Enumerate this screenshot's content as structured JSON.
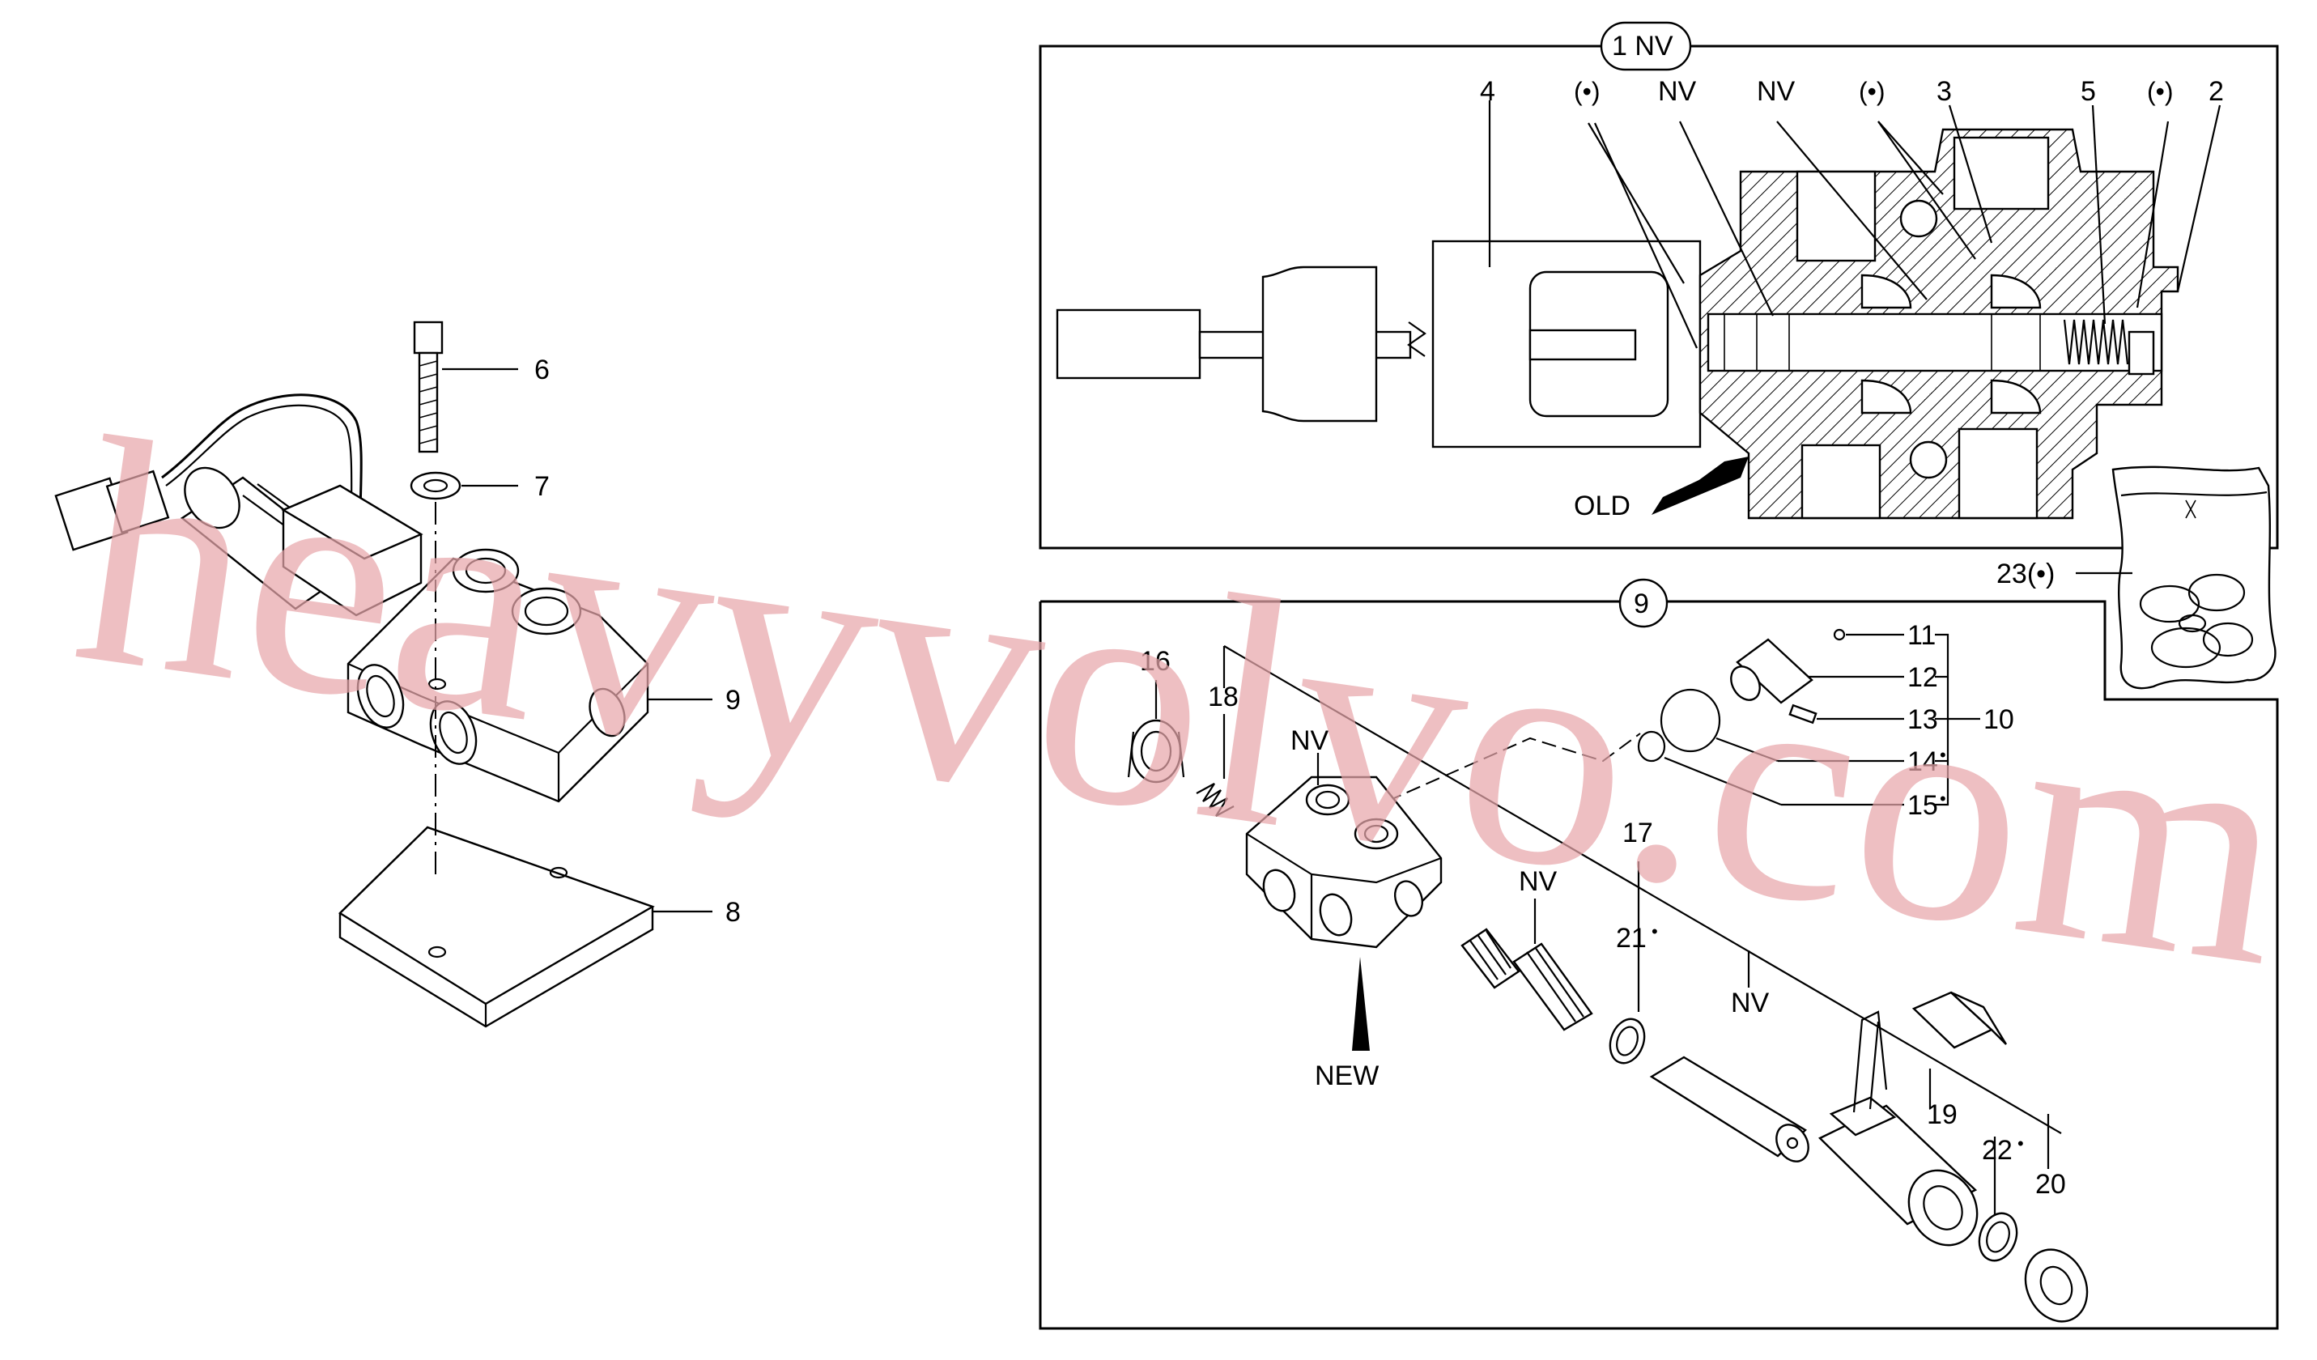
{
  "callouts": {
    "c1": "1 NV",
    "c2": "2",
    "c3": "3",
    "c4": "4",
    "c5": "5",
    "c6": "6",
    "c7": "7",
    "c8": "8",
    "c9": "9",
    "c9b": "9",
    "c10": "10",
    "c11": "11",
    "c12": "12",
    "c13": "13",
    "c14": "14",
    "c15": "15",
    "c16": "16",
    "c17": "17",
    "c18": "18",
    "c19": "19",
    "c20": "20",
    "c21": "21",
    "c22": "22",
    "c23": "23(•)",
    "nv_a": "NV",
    "nv_b": "NV",
    "nv_c": "NV",
    "nv_d": "NV",
    "nv_e": "NV",
    "dot_a": "(•)",
    "dot_b": "(•)",
    "dot_c": "(•)",
    "bullet": "•",
    "old": "OLD",
    "new": "NEW"
  },
  "watermark": "heavyvolvo.com"
}
